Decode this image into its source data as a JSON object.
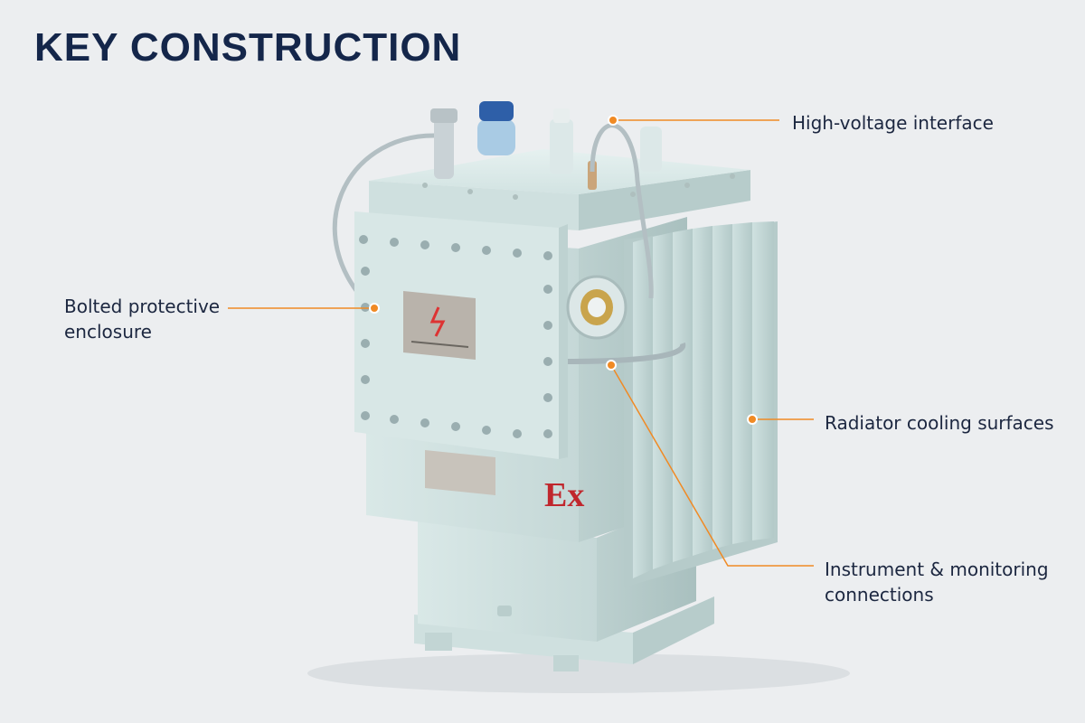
{
  "title": "KEY CONSTRUCTION",
  "callouts": [
    {
      "name": "high-voltage-interface",
      "lines": [
        "High-voltage interface"
      ]
    },
    {
      "name": "bolted-protective-enclosure",
      "lines": [
        "Bolted protective",
        "enclosure"
      ]
    },
    {
      "name": "radiator-cooling-surfaces",
      "lines": [
        "Radiator cooling surfaces"
      ]
    },
    {
      "name": "instrument-monitoring-connections",
      "lines": [
        "Instrument & monitoring",
        "connections"
      ]
    }
  ],
  "ex_mark": "Ex",
  "colors": {
    "title": "#14264a",
    "accent": "#f08a24",
    "body": "#d3e3e2",
    "background": "#eceef0"
  }
}
